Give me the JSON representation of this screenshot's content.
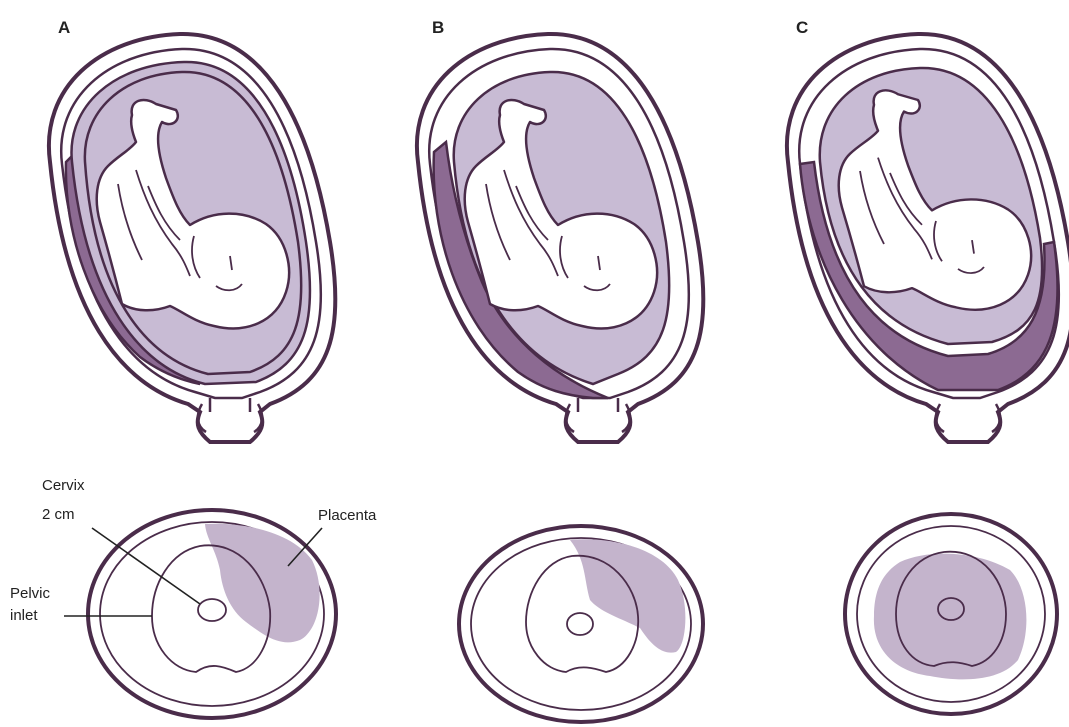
{
  "panels": [
    {
      "letter": "A"
    },
    {
      "letter": "B"
    },
    {
      "letter": "C"
    }
  ],
  "labels": {
    "cervix_line1": "Cervix",
    "cervix_line2": "2 cm",
    "placenta": "Placenta",
    "pelvic_line1": "Pelvic",
    "pelvic_line2": "inlet"
  },
  "colors": {
    "outline": "#4a2c4a",
    "amniotic_fluid": "#c8bbd4",
    "placenta_dark": "#8c6a92",
    "placenta_light": "#c4b4cc"
  }
}
